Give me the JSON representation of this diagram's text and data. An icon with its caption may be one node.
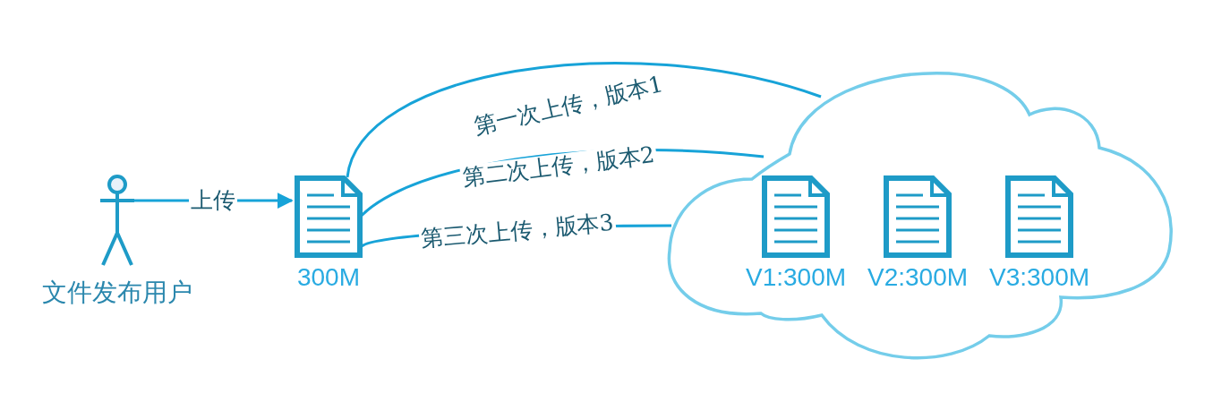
{
  "diagram": {
    "nodes": [
      {
        "text": [
          "文件发布用户"
        ]
      },
      {
        "text": [
          "300M"
        ]
      },
      {
        "text": [],
        "shape": "cloud"
      },
      {
        "text": [
          "V1:300M"
        ],
        "in": 2
      },
      {
        "text": [
          "V2:300M"
        ],
        "in": 2
      },
      {
        "text": [
          "V3:300M"
        ],
        "in": 2
      }
    ],
    "edges": [
      {
        "from": 0,
        "to": 1,
        "arrow": "to",
        "label": "上传"
      },
      {
        "from": 1,
        "to": 2,
        "arrow": "none",
        "label": "第一次上传，版本1"
      },
      {
        "from": 1,
        "to": 2,
        "arrow": "none",
        "label": "第二次上传，版本2"
      },
      {
        "from": 1,
        "to": 2,
        "arrow": "none",
        "label": "第三次上传，版本3"
      }
    ]
  }
}
